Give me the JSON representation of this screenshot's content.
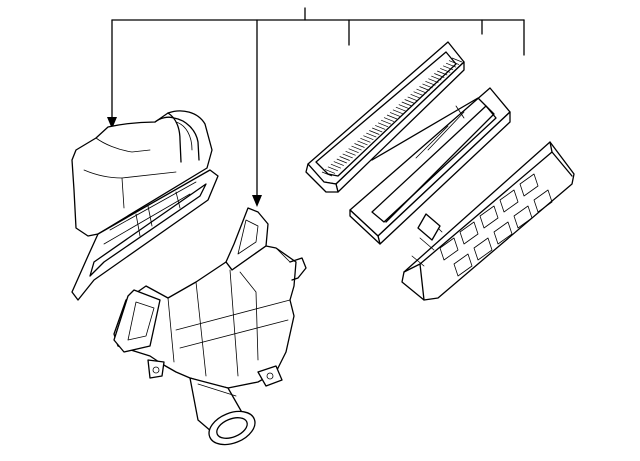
{
  "diagram": {
    "line_color": "#000000",
    "background": "#ffffff",
    "callouts": [
      {
        "name": "callout-upper-housing",
        "points_to": "upper-housing"
      },
      {
        "name": "callout-lower-housing",
        "points_to": "lower-housing"
      },
      {
        "name": "callout-part-3",
        "points_to": "pleated-filter"
      },
      {
        "name": "callout-part-4",
        "points_to": "filter-frame"
      },
      {
        "name": "callout-part-5",
        "points_to": "filter-grid"
      }
    ],
    "parts": [
      {
        "name": "upper-housing",
        "icon": "air-cleaner-cover"
      },
      {
        "name": "lower-housing",
        "icon": "air-cleaner-base"
      },
      {
        "name": "pleated-filter",
        "icon": "air-filter-element"
      },
      {
        "name": "filter-frame",
        "icon": "filter-frame"
      },
      {
        "name": "filter-grid",
        "icon": "filter-grid"
      }
    ]
  }
}
